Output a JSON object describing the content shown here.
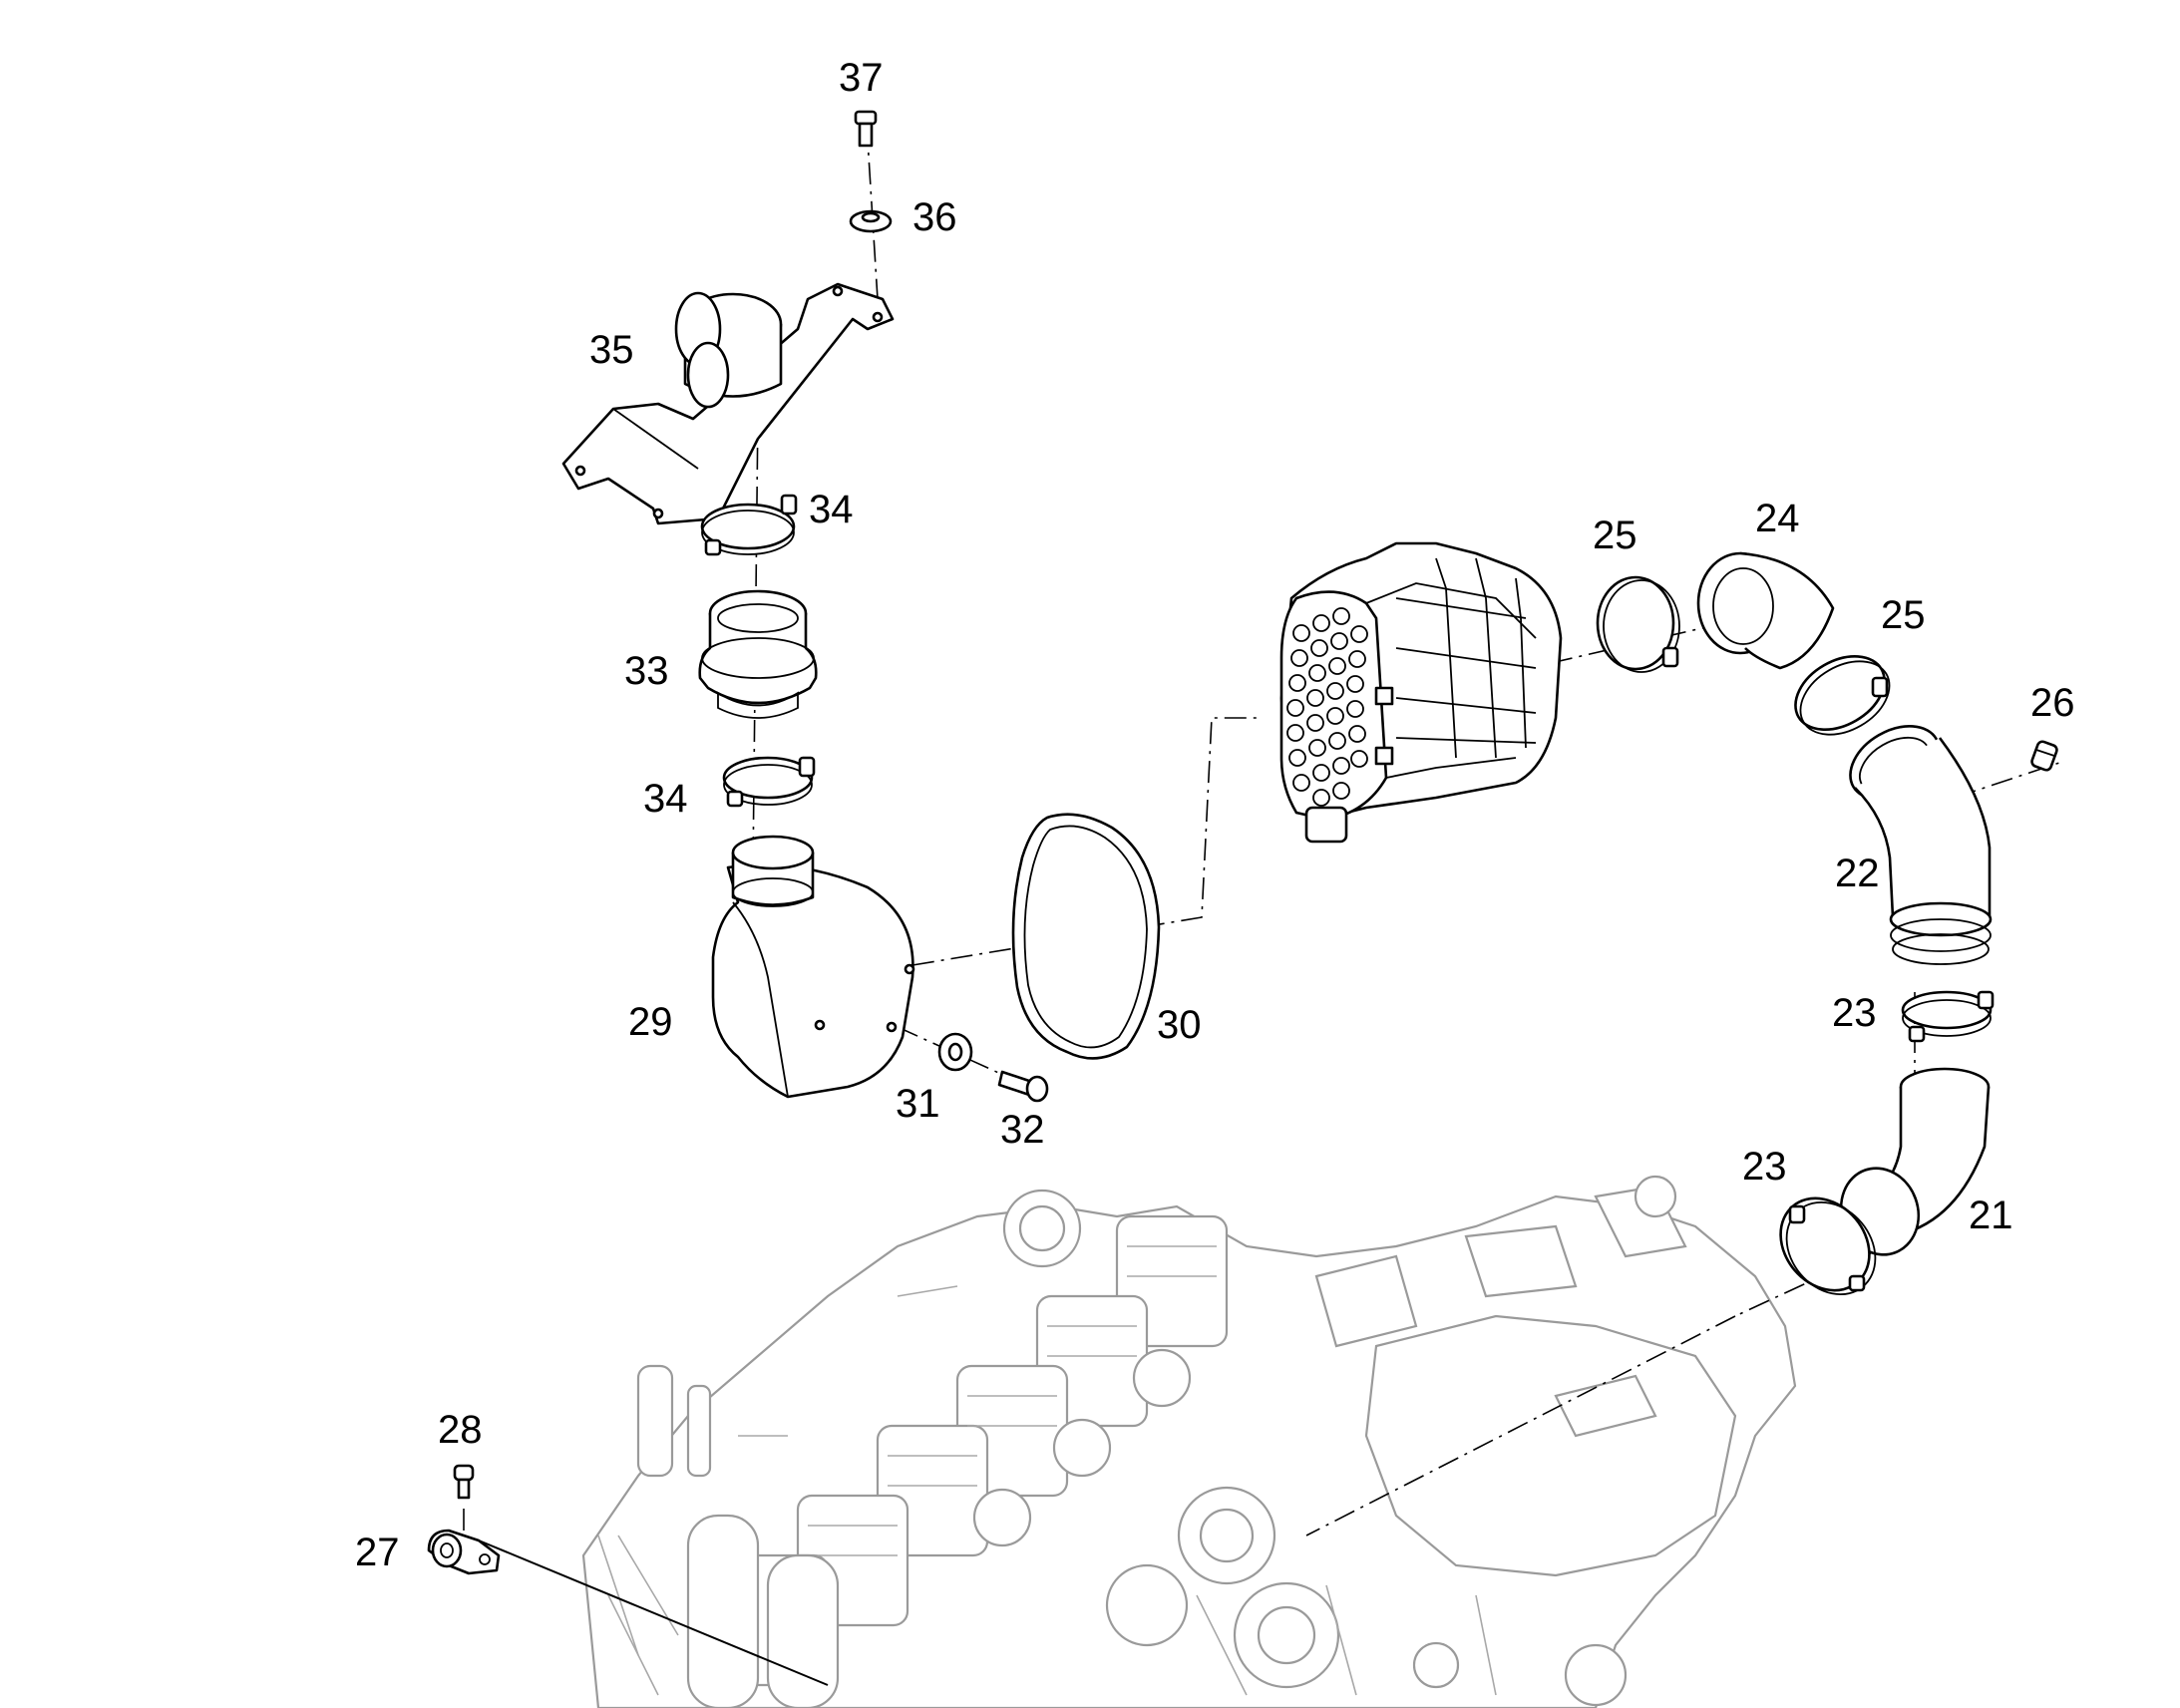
{
  "callouts": [
    "21",
    "22",
    "23",
    "23",
    "24",
    "25",
    "25",
    "26",
    "27",
    "28",
    "29",
    "30",
    "31",
    "32",
    "33",
    "34",
    "34",
    "35",
    "36",
    "37"
  ],
  "colors": {
    "line": "#000000",
    "engine": "#9a9a9a",
    "background": "#ffffff"
  }
}
